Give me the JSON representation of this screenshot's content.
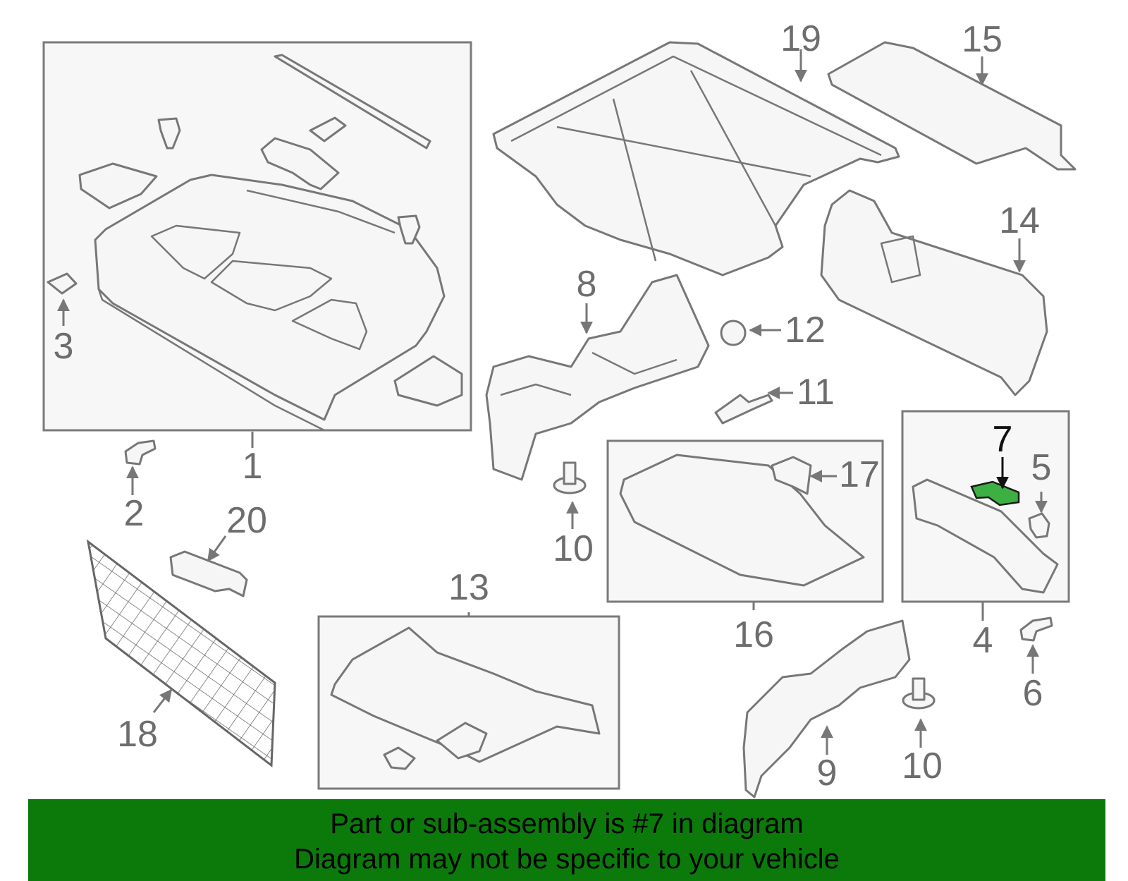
{
  "diagram": {
    "highlighted_part": "7",
    "callouts": [
      "1",
      "2",
      "3",
      "4",
      "5",
      "6",
      "7",
      "8",
      "9",
      "10",
      "10",
      "11",
      "12",
      "13",
      "14",
      "15",
      "16",
      "17",
      "18",
      "19",
      "20"
    ]
  },
  "banner": {
    "line1": "Part or sub-assembly is #7 in diagram",
    "line2": "Diagram may not be specific to your vehicle",
    "background_color": "#0b7a0b"
  },
  "colors": {
    "outline": "#777777",
    "highlight": "#3cb043",
    "label": "#6d6d6d"
  }
}
